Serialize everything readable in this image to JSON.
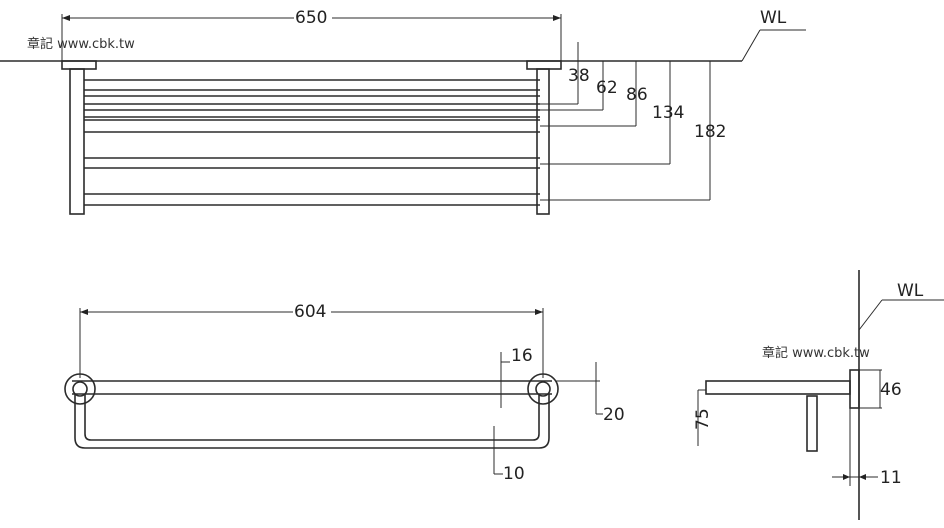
{
  "watermark_top": "章記 www.cbk.tw",
  "watermark_side": "章記 www.cbk.tw",
  "front_view": {
    "overall_width": "650",
    "wall_line": "WL",
    "rail_offsets": [
      "38",
      "62",
      "86",
      "134",
      "182"
    ]
  },
  "top_view": {
    "rail_length": "604",
    "dim_16": "16",
    "dim_20": "20",
    "dim_10": "10"
  },
  "side_view": {
    "wall_line": "WL",
    "depth": "75",
    "mount_height": "46",
    "plate_thickness": "11"
  }
}
